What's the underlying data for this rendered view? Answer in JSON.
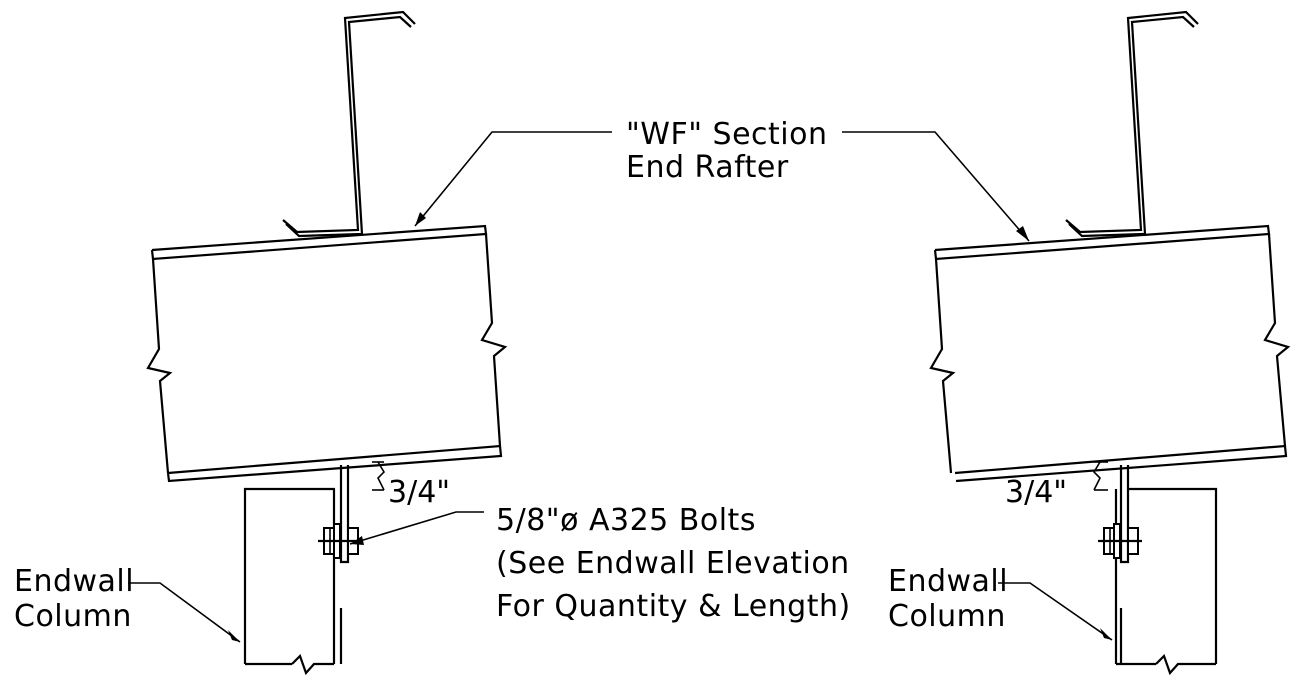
{
  "labels": {
    "rafter_line1": "\"WF\" Section",
    "rafter_line2": "End Rafter",
    "bolts_line1": "5/8\"ø A325 Bolts",
    "bolts_line2": "(See Endwall Elevation",
    "bolts_line3": "For Quantity & Length)",
    "column_left_line1": "Endwall",
    "column_left_line2": "Column",
    "column_right_line1": "Endwall",
    "column_right_line2": "Column",
    "gap_left": "3/4\"",
    "gap_right": "3/4\""
  }
}
